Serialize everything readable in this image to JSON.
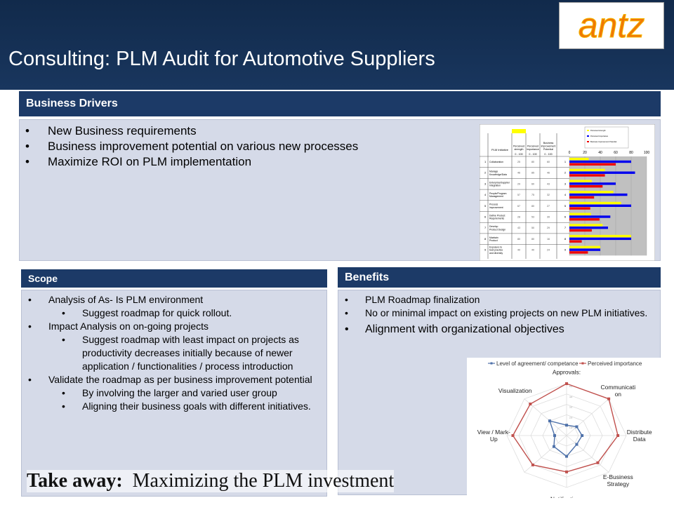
{
  "header": {
    "title": "Consulting: PLM Audit for Automotive Suppliers",
    "logo_text": "antz"
  },
  "drivers": {
    "heading": "Business Drivers",
    "items": [
      "New Business requirements",
      "Business improvement potential on various new processes",
      "Maximize ROI on PLM implementation"
    ]
  },
  "scope": {
    "heading": "Scope",
    "items": [
      {
        "text": "Analysis of As- Is PLM environment",
        "level": 1
      },
      {
        "text": "Suggest roadmap for quick rollout.",
        "level": 2
      },
      {
        "text": "Impact Analysis on on-going projects",
        "level": 1
      },
      {
        "text": "Suggest roadmap with least impact on projects as productivity decreases initially because of newer application / functionalities  / process introduction",
        "level": 2
      },
      {
        "text": "Validate the roadmap as per business improvement potential",
        "level": 1
      },
      {
        "text": "By involving the larger and varied user group",
        "level": 2
      },
      {
        "text": "Aligning their business goals with different initiatives.",
        "level": 2
      }
    ]
  },
  "benefits": {
    "heading": "Benefits",
    "items": [
      "PLM Roadmap finalization",
      "No or minimal impact on existing projects on new  PLM initiatives.",
      "Alignment with organizational objectives"
    ]
  },
  "takeaway": {
    "label": "Take away:",
    "text": "Maximizing the PLM investment"
  },
  "colors": {
    "navy": "#1c3a67",
    "strength": "#ffff00",
    "importance": "#0000ee",
    "potential": "#ee0000",
    "agree": "#4f72aa",
    "perceived": "#c0504d"
  },
  "chart_data": [
    {
      "type": "bar",
      "orientation": "horizontal",
      "title": "",
      "table_headers": [
        "PLM Initiative",
        "Perceived strength",
        "Perceived importance",
        "Business improvement Potential"
      ],
      "ranges": [
        "0 - 100",
        "0 - 100",
        "0 - 100"
      ],
      "categories": [
        "Collaboration",
        "Manage Knowledge/Data",
        "Enterprise/Supplier Integration",
        "People/Program Management",
        "Process improvement",
        "Define Product Requirements",
        "Develop Product Design",
        "Maintain Product",
        "Exposure to best practice and diversity"
      ],
      "series": [
        {
          "name": "Perceived strength",
          "values": [
            25,
            46,
            29,
            57,
            67,
            28,
            43,
            80,
            40
          ]
        },
        {
          "name": "Perceived importance",
          "values": [
            80,
            85,
            60,
            75,
            80,
            53,
            50,
            80,
            40
          ]
        },
        {
          "name": "Business Improvement Potential",
          "values": [
            60,
            46,
            43,
            32,
            27,
            39,
            29,
            16,
            24
          ]
        }
      ],
      "xlim": [
        0,
        100
      ],
      "xticks": [
        0,
        20,
        40,
        60,
        80,
        100
      ],
      "legend": "top"
    },
    {
      "type": "radar",
      "axes": [
        "Approvals:",
        "Communication",
        "Distribute Data",
        "E-Business Strategy",
        "Notifications",
        "View / Mark-Up",
        "Visualization"
      ],
      "series": [
        {
          "name": "Level of agreement/ competance",
          "values": [
            1,
            1.2,
            1.3,
            1.2,
            2,
            1,
            2
          ]
        },
        {
          "name": "Perceived importance",
          "values": [
            5,
            5,
            4.3,
            3.7,
            3.5,
            4.5,
            4.3
          ]
        }
      ],
      "rlim": [
        0,
        5
      ],
      "rticks": [
        "1.0",
        "2.0",
        "3.0",
        "4.0",
        "5.0"
      ],
      "legend": "top"
    }
  ]
}
